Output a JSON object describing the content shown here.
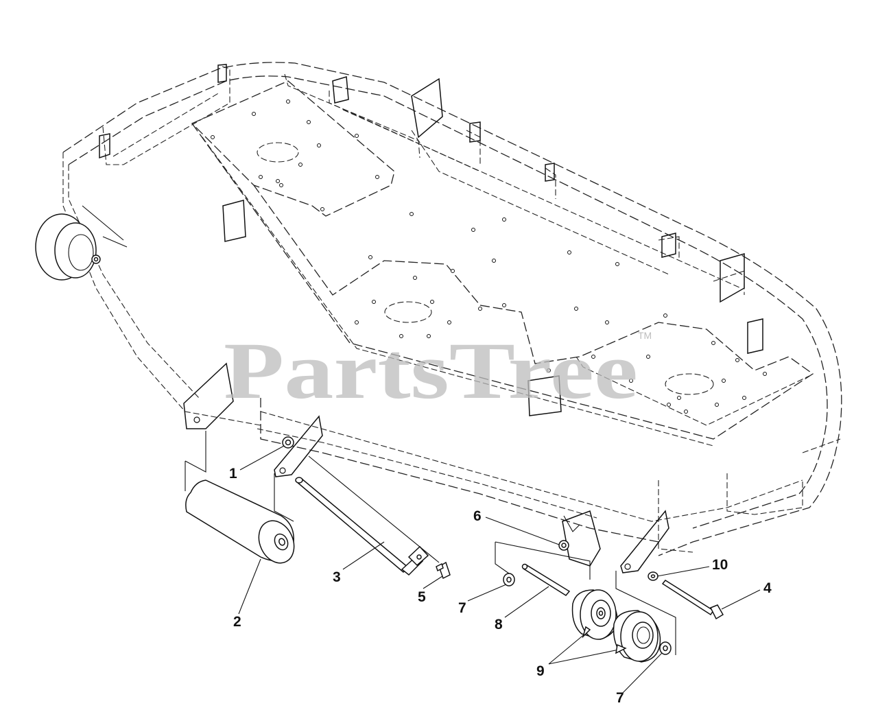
{
  "watermark": {
    "text": "PartsTree",
    "trademark": "TM"
  },
  "callouts": [
    {
      "id": "c1",
      "label": "1"
    },
    {
      "id": "c2",
      "label": "2"
    },
    {
      "id": "c3",
      "label": "3"
    },
    {
      "id": "c4",
      "label": "4"
    },
    {
      "id": "c5",
      "label": "5"
    },
    {
      "id": "c6",
      "label": "6"
    },
    {
      "id": "c7a",
      "label": "7"
    },
    {
      "id": "c7b",
      "label": "7"
    },
    {
      "id": "c8",
      "label": "8"
    },
    {
      "id": "c9",
      "label": "9"
    },
    {
      "id": "c10",
      "label": "10"
    }
  ]
}
